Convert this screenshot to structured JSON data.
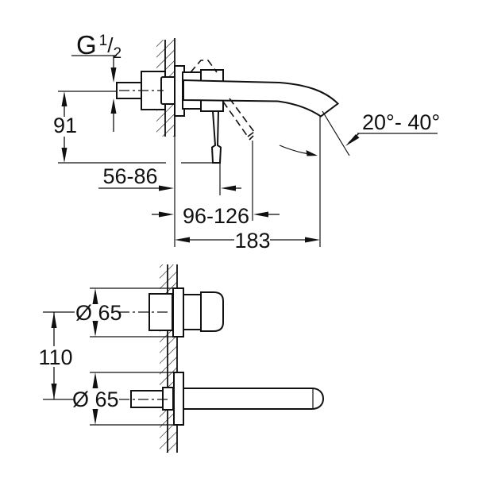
{
  "page": {
    "background": "#ffffff",
    "line_color": "#111111",
    "description": "Technical installation dimension drawing of a wall-mounted two-hole basin mixer (side view and front view)"
  },
  "side_view": {
    "thread_label": {
      "base": "G",
      "numerator": "1",
      "slash": "/",
      "denominator": "2"
    },
    "dims": {
      "spout_to_lever_height": "91",
      "wall_depth_range": "56-86",
      "lever_projection_range": "96-126",
      "spout_projection": "183",
      "spout_angle_range": "20°- 40°"
    }
  },
  "front_view": {
    "dims": {
      "handle_escutcheon_diameter": "Ø 65",
      "center_distance": "110",
      "spout_escutcheon_diameter": "Ø 65"
    }
  }
}
